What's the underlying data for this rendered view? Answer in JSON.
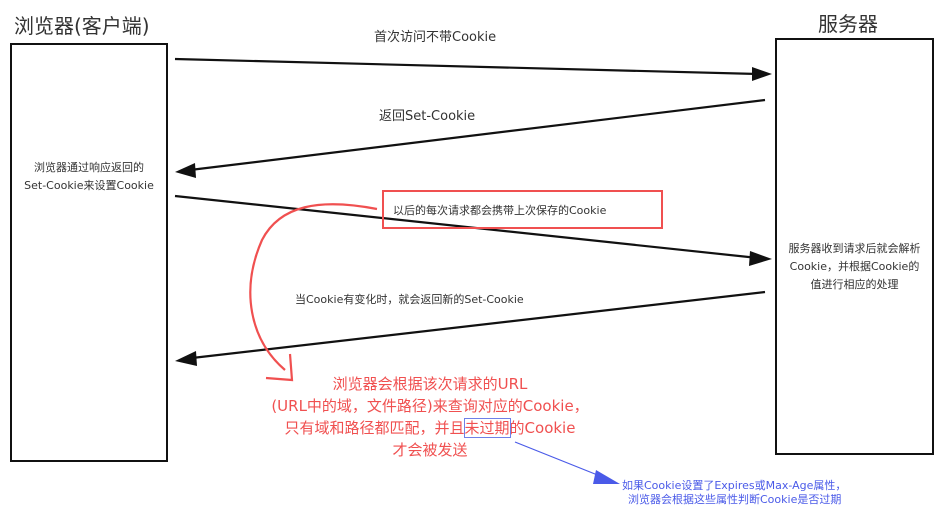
{
  "diagram": {
    "client": {
      "title": "浏览器(客户端)",
      "box_text_line1": "浏览器通过响应返回的",
      "box_text_line2": "Set-Cookie来设置Cookie"
    },
    "server": {
      "title": "服务器",
      "box_text_line1": "服务器收到请求后就会解析",
      "box_text_line2": "Cookie，并根据Cookie的",
      "box_text_line3": "值进行相应的处理"
    },
    "arrows": [
      {
        "label": "首次访问不带Cookie",
        "direction": "client-to-server"
      },
      {
        "label": "返回Set-Cookie",
        "direction": "server-to-client"
      },
      {
        "label": "以后的每次请求都会携带上次保存的Cookie",
        "direction": "client-to-server"
      },
      {
        "label": "当Cookie有变化时，就会返回新的Set-Cookie",
        "direction": "server-to-client"
      }
    ],
    "annotation_red": {
      "line1": "浏览器会根据该次请求的URL",
      "line2": "(URL中的域，文件路径)来查询对应的Cookie，",
      "line3_pre": "只有域和路径都匹配，并且",
      "line3_highlight": "未过期",
      "line3_post": "的Cookie",
      "line4": "才会被发送"
    },
    "annotation_blue": {
      "line1": "如果Cookie设置了Expires或Max-Age属性，",
      "line2": "浏览器会根据这些属性判断Cookie是否过期"
    },
    "colors": {
      "stroke": "#111111",
      "red": "#f05050",
      "blue": "#4a5ae8"
    }
  }
}
